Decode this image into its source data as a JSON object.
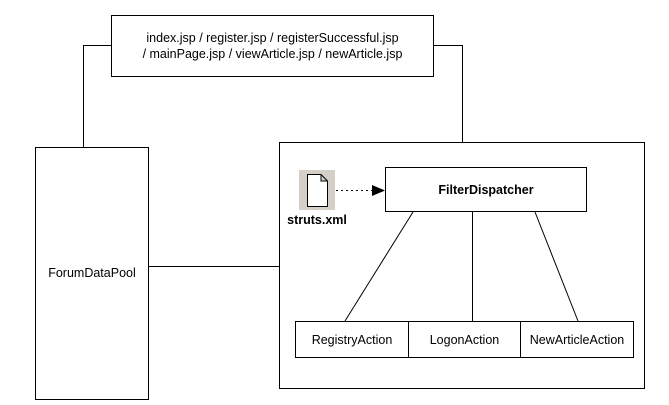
{
  "pages_box": {
    "line1": "index.jsp / register.jsp / registerSuccessful.jsp",
    "line2": "/ mainPage.jsp / viewArticle.jsp / newArticle.jsp"
  },
  "data_pool": {
    "label": "ForumDataPool"
  },
  "container": {
    "config_file": {
      "icon": "document-icon",
      "label": "struts.xml"
    },
    "dispatcher": {
      "label": "FilterDispatcher"
    },
    "actions": [
      {
        "label": "RegistryAction"
      },
      {
        "label": "LogonAction"
      },
      {
        "label": "NewArticleAction"
      }
    ]
  },
  "colors": {
    "stroke": "#000000",
    "icon_bg": "#d4d0c8",
    "background": "#ffffff"
  }
}
